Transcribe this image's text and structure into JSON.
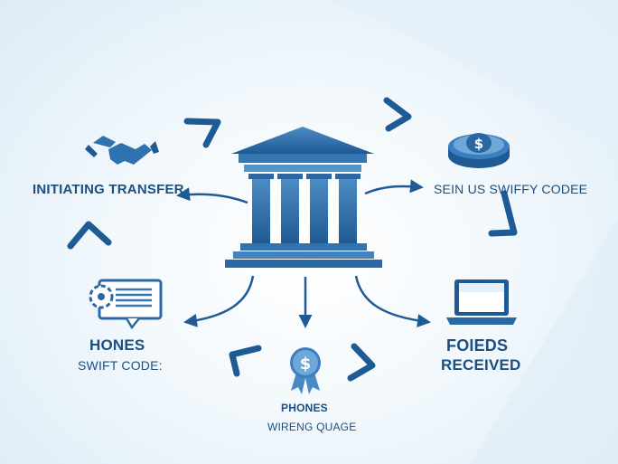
{
  "labels": {
    "initiating": "INITIATING TRANSFER",
    "swift_code_right": "SEIN US SWIFFY CODEE",
    "hones": "HONES",
    "swift_code_left": "SWIFT CODE:",
    "foieds": "FOIEDS",
    "received": "RECEIVED",
    "phones": "PHONES",
    "wire": "WIRENG QUAGE"
  },
  "icons": {
    "coin_symbol": "$",
    "badge_symbol": "$"
  },
  "colors": {
    "primary": "#2f6fa8",
    "dark": "#1b4f80",
    "light": "#6ea8d8"
  }
}
